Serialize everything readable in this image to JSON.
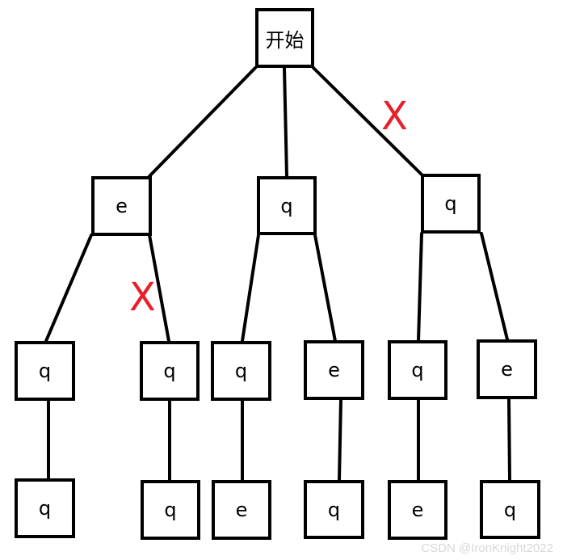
{
  "root": {
    "label": "开始"
  },
  "level1": [
    {
      "label": "e"
    },
    {
      "label": "q"
    },
    {
      "label": "q"
    }
  ],
  "level2": [
    {
      "label": "q"
    },
    {
      "label": "q"
    },
    {
      "label": "q"
    },
    {
      "label": "e"
    },
    {
      "label": "q"
    },
    {
      "label": "e"
    }
  ],
  "level3": [
    {
      "label": "q"
    },
    {
      "label": "q"
    },
    {
      "label": "e"
    },
    {
      "label": "q"
    },
    {
      "label": "e"
    },
    {
      "label": "q"
    }
  ],
  "pruned_mark": "X",
  "watermark": "CSDN @IronKnight2022",
  "colors": {
    "edge": "#000000",
    "pruned": "#e8202a",
    "watermark": "#d8d8d8"
  }
}
